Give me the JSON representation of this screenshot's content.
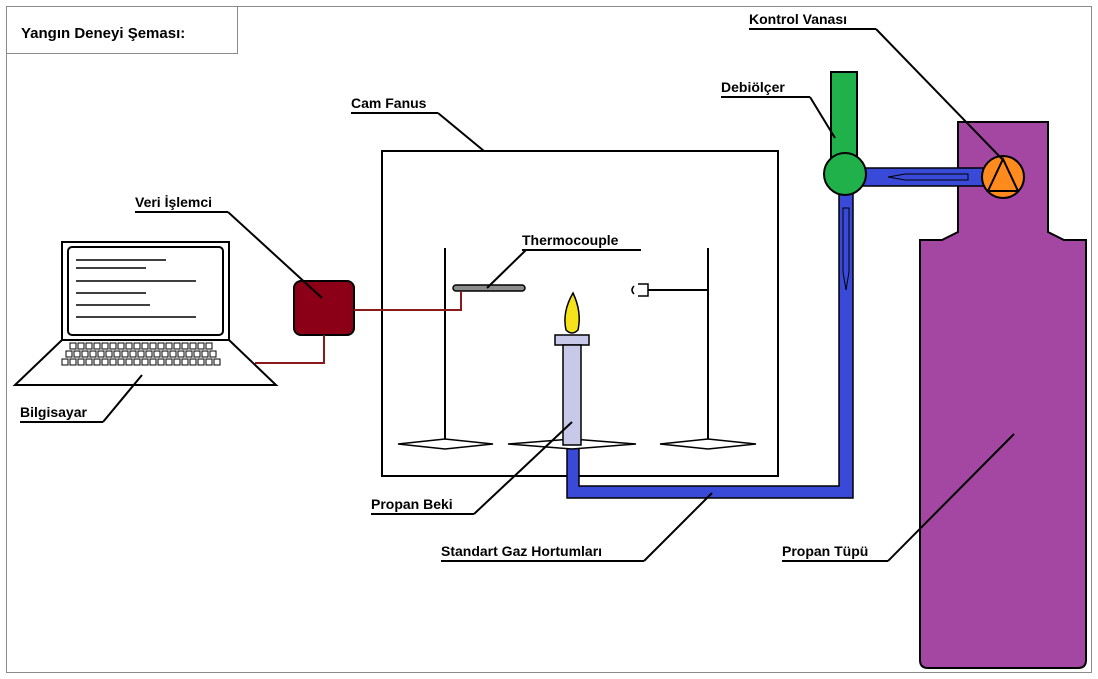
{
  "title": "Yangın Deneyi Şeması:",
  "labels": {
    "control_valve": "Kontrol Vanası",
    "flowmeter": "Debiölçer",
    "glass_hood": "Cam Fanus",
    "data_processor": "Veri İşlemci",
    "thermocouple": "Thermocouple",
    "computer": "Bilgisayar",
    "propane_burner": "Propan Beki",
    "gas_hoses": "Standart Gaz Hortumları",
    "propane_tank": "Propan Tüpü"
  },
  "colors": {
    "data_processor": "#8b0016",
    "cable": "#8b1a1a",
    "hose": "#3a4ad8",
    "flowmeter": "#21b14a",
    "valve": "#ff8a1e",
    "tank": "#a347a3",
    "flame": "#f5e21a",
    "burner": "#c8c8e8"
  }
}
